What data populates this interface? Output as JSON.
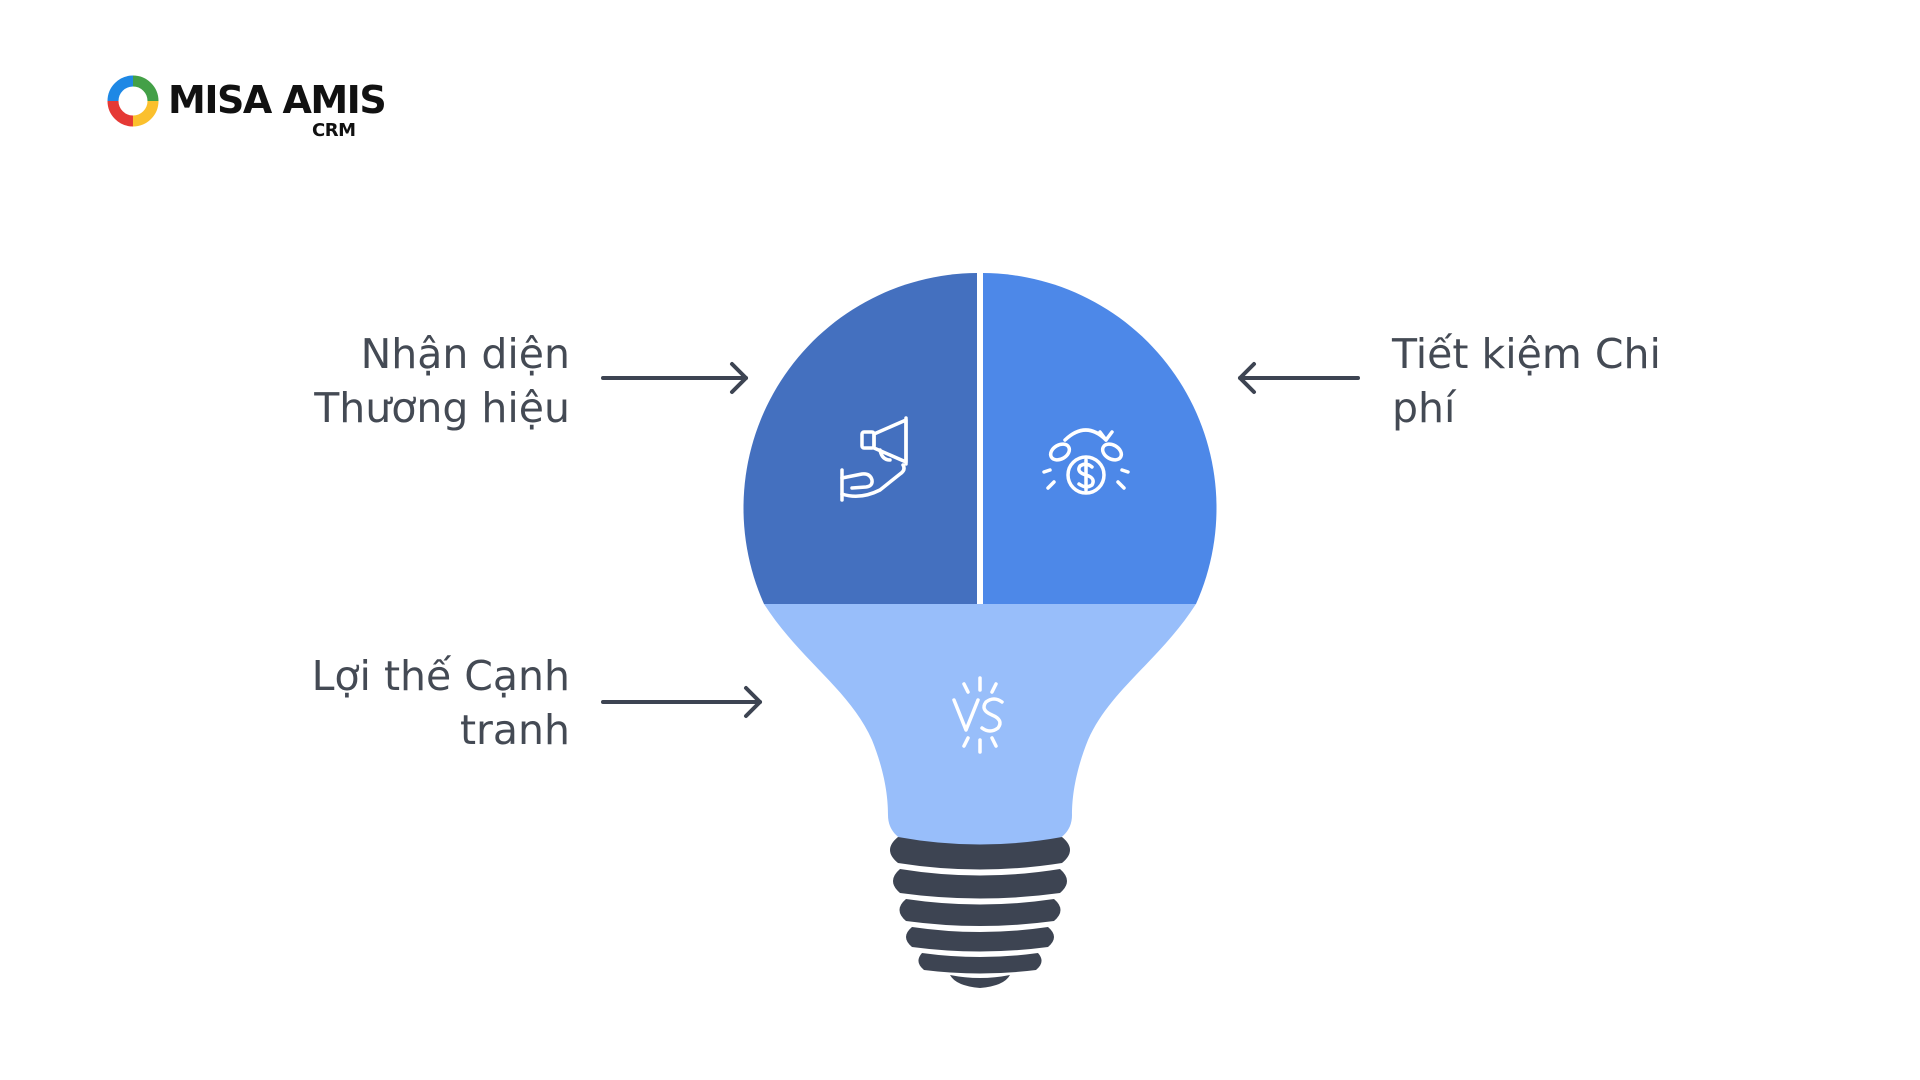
{
  "logo": {
    "brand": "MISA AMIS",
    "product": "CRM"
  },
  "items": [
    {
      "label_lines": [
        "Nhận diện",
        "Thương hiệu"
      ],
      "icon": "megaphone-hand-icon",
      "color": "#4470BF"
    },
    {
      "label_lines": [
        "Tiết kiệm Chi",
        "phí"
      ],
      "icon": "money-saving-icon",
      "color": "#4D88E8"
    },
    {
      "label_lines": [
        "Lợi thế Cạnh",
        "tranh"
      ],
      "icon": "versus-icon",
      "color": "#98BEFA"
    }
  ],
  "colors": {
    "bulb_base": "#3D4452",
    "arrow": "#3D4452",
    "text": "#444A54"
  }
}
